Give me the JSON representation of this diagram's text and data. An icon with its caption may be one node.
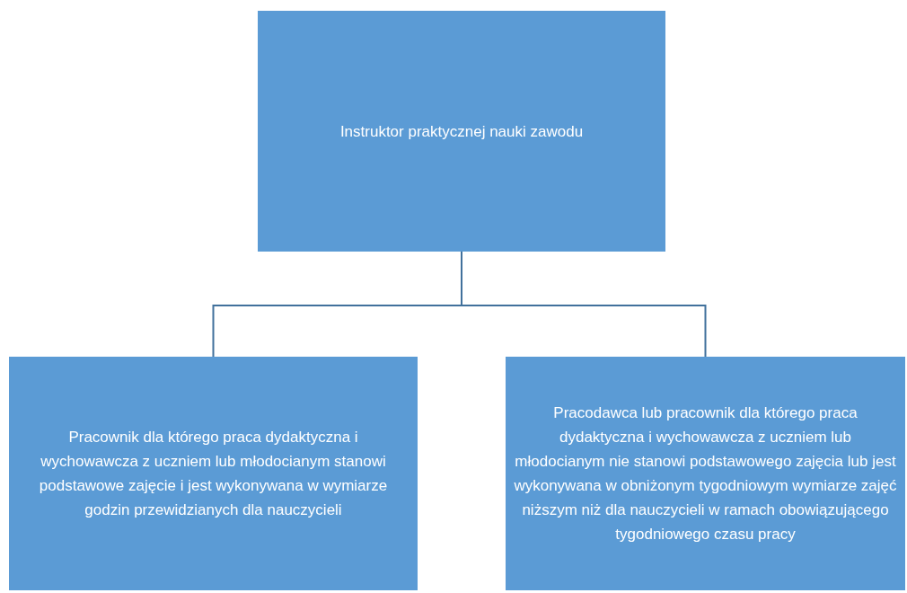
{
  "diagram": {
    "nodes": [
      {
        "text": [
          "Instruktor praktycznej nauki zawodu"
        ]
      },
      {
        "text": [
          "Pracownik dla którego praca dydaktyczna i wychowawcza z uczniem lub młodocianym stanowi podstawowe zajęcie i jest wykonywana w wymiarze godzin przewidzianych dla nauczycieli"
        ]
      },
      {
        "text": [
          "Pracodawca lub pracownik dla którego praca dydaktyczna i wychowawcza z uczniem lub młodocianym nie stanowi podstawowego zajęcia lub jest wykonywana w obniżonym tygodniowym wymiarze zajęć niższym niż dla nauczycieli w ramach obowiązującego tygodniowego czasu pracy"
        ]
      }
    ],
    "edges": [
      {
        "from": 0,
        "to": 1,
        "arrow": "none"
      },
      {
        "from": 0,
        "to": 2,
        "arrow": "none"
      }
    ]
  }
}
